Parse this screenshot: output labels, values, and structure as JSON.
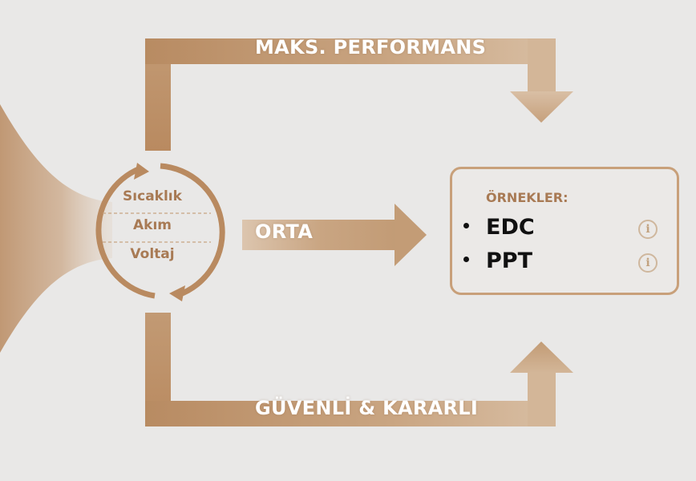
{
  "colors": {
    "background": "#e9e8e7",
    "accent": "#b98a60",
    "accent_light": "#d9bea3",
    "text_dark": "#111111",
    "label_text": "#ffffff"
  },
  "paths": {
    "top": {
      "label": "MAKS. PERFORMANS"
    },
    "middle": {
      "label": "ORTA"
    },
    "bottom": {
      "label": "GÜVENLİ & KARARLI"
    }
  },
  "cycle": {
    "parameters": [
      "Sıcaklık",
      "Akım",
      "Voltaj"
    ]
  },
  "examples": {
    "title": "ÖRNEKLER:",
    "items": [
      {
        "label": "EDC",
        "icon": "info-icon"
      },
      {
        "label": "PPT",
        "icon": "info-icon"
      }
    ]
  }
}
